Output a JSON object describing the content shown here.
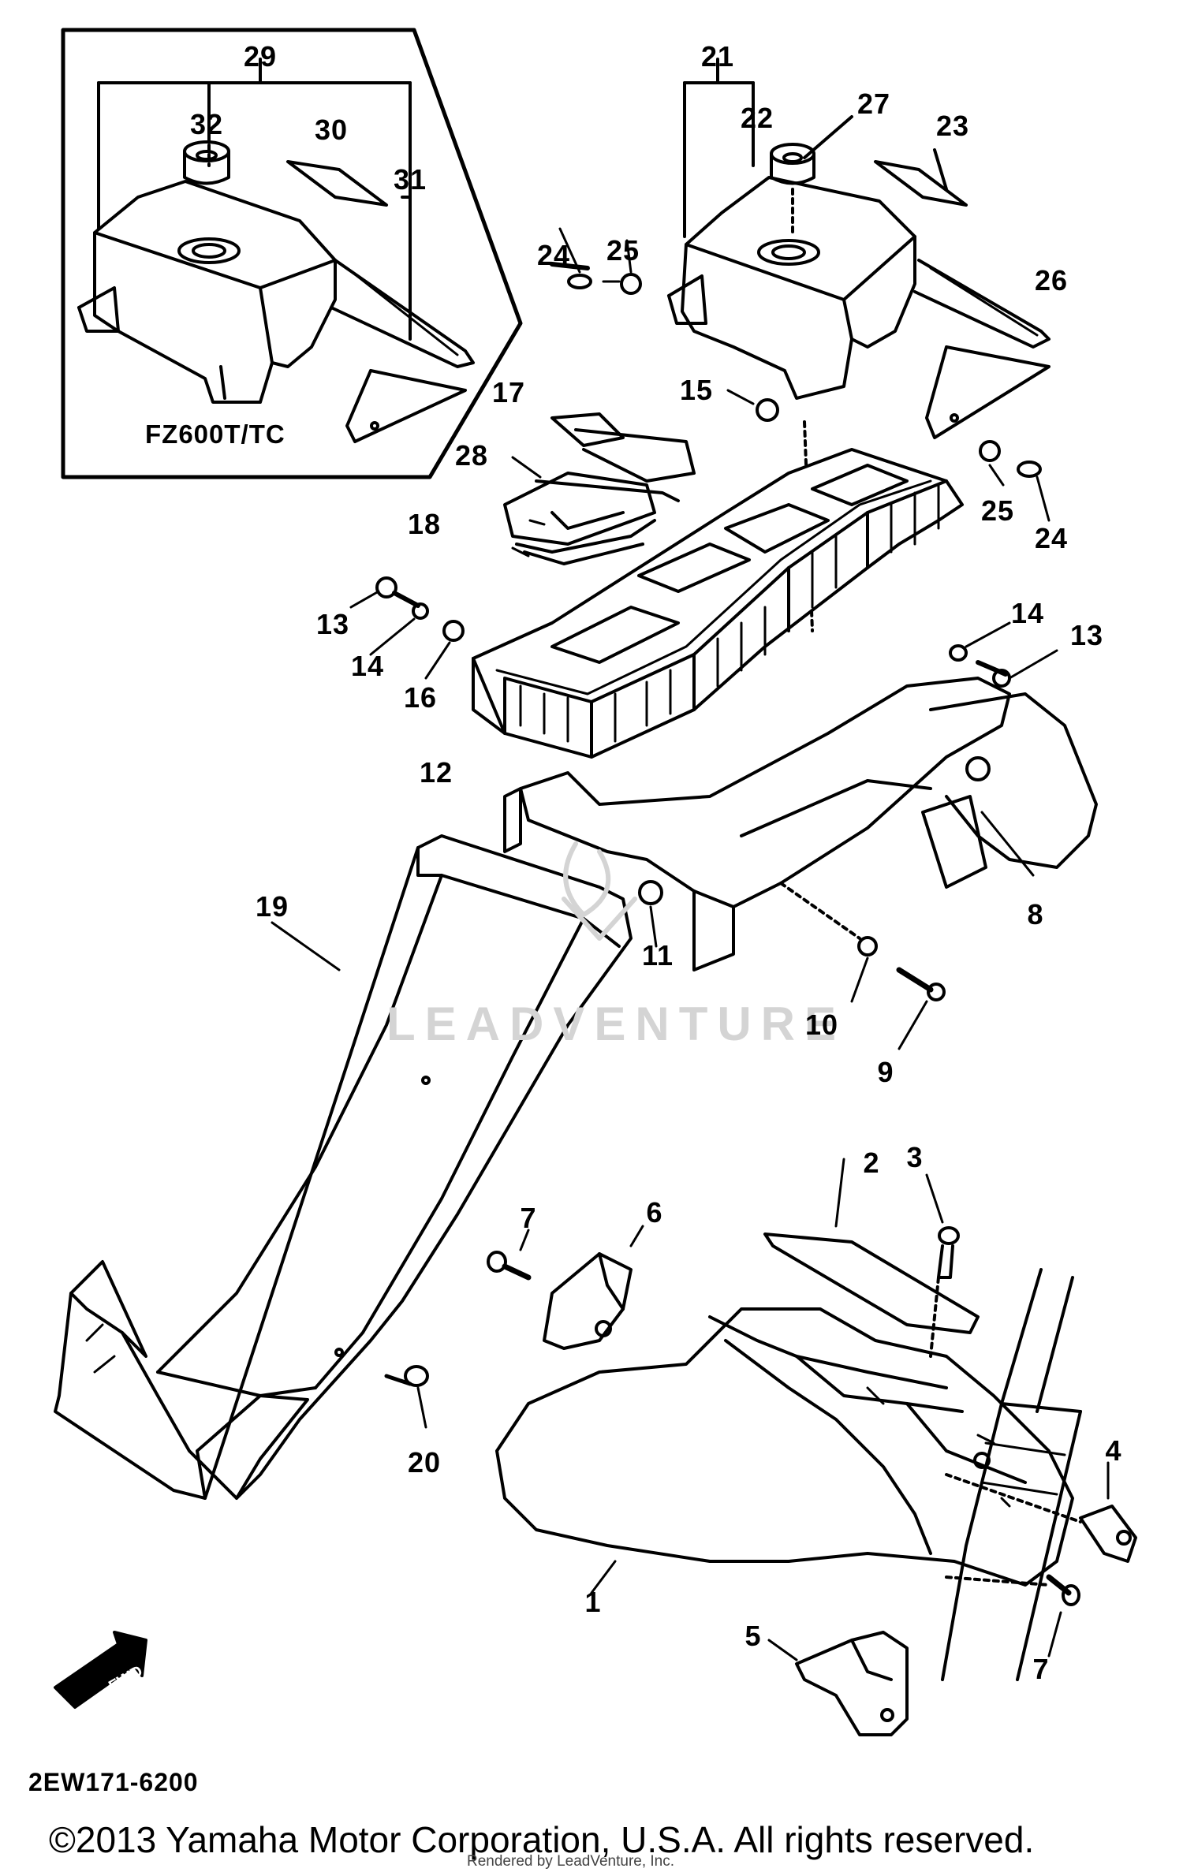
{
  "diagram": {
    "variant_label": "FZ600T/TC",
    "diagram_code": "2EW171-6200",
    "copyright": "©2013 Yamaha Motor Corporation, U.S.A. All rights reserved.",
    "rendered_by": "Rendered by LeadVenture, Inc.",
    "watermark": "LEADVENTURE",
    "fwd_label": "FWD",
    "line_color": "#000000",
    "watermark_color": "#d4d4d4"
  },
  "callouts": [
    "1",
    "2",
    "3",
    "4",
    "5",
    "6",
    "7",
    "7",
    "8",
    "9",
    "10",
    "11",
    "12",
    "13",
    "13",
    "14",
    "14",
    "15",
    "16",
    "17",
    "18",
    "19",
    "20",
    "21",
    "22",
    "23",
    "24",
    "24",
    "25",
    "25",
    "26",
    "27",
    "28",
    "29",
    "30",
    "31",
    "32"
  ],
  "icons": [
    "fwd-arrow-icon"
  ]
}
